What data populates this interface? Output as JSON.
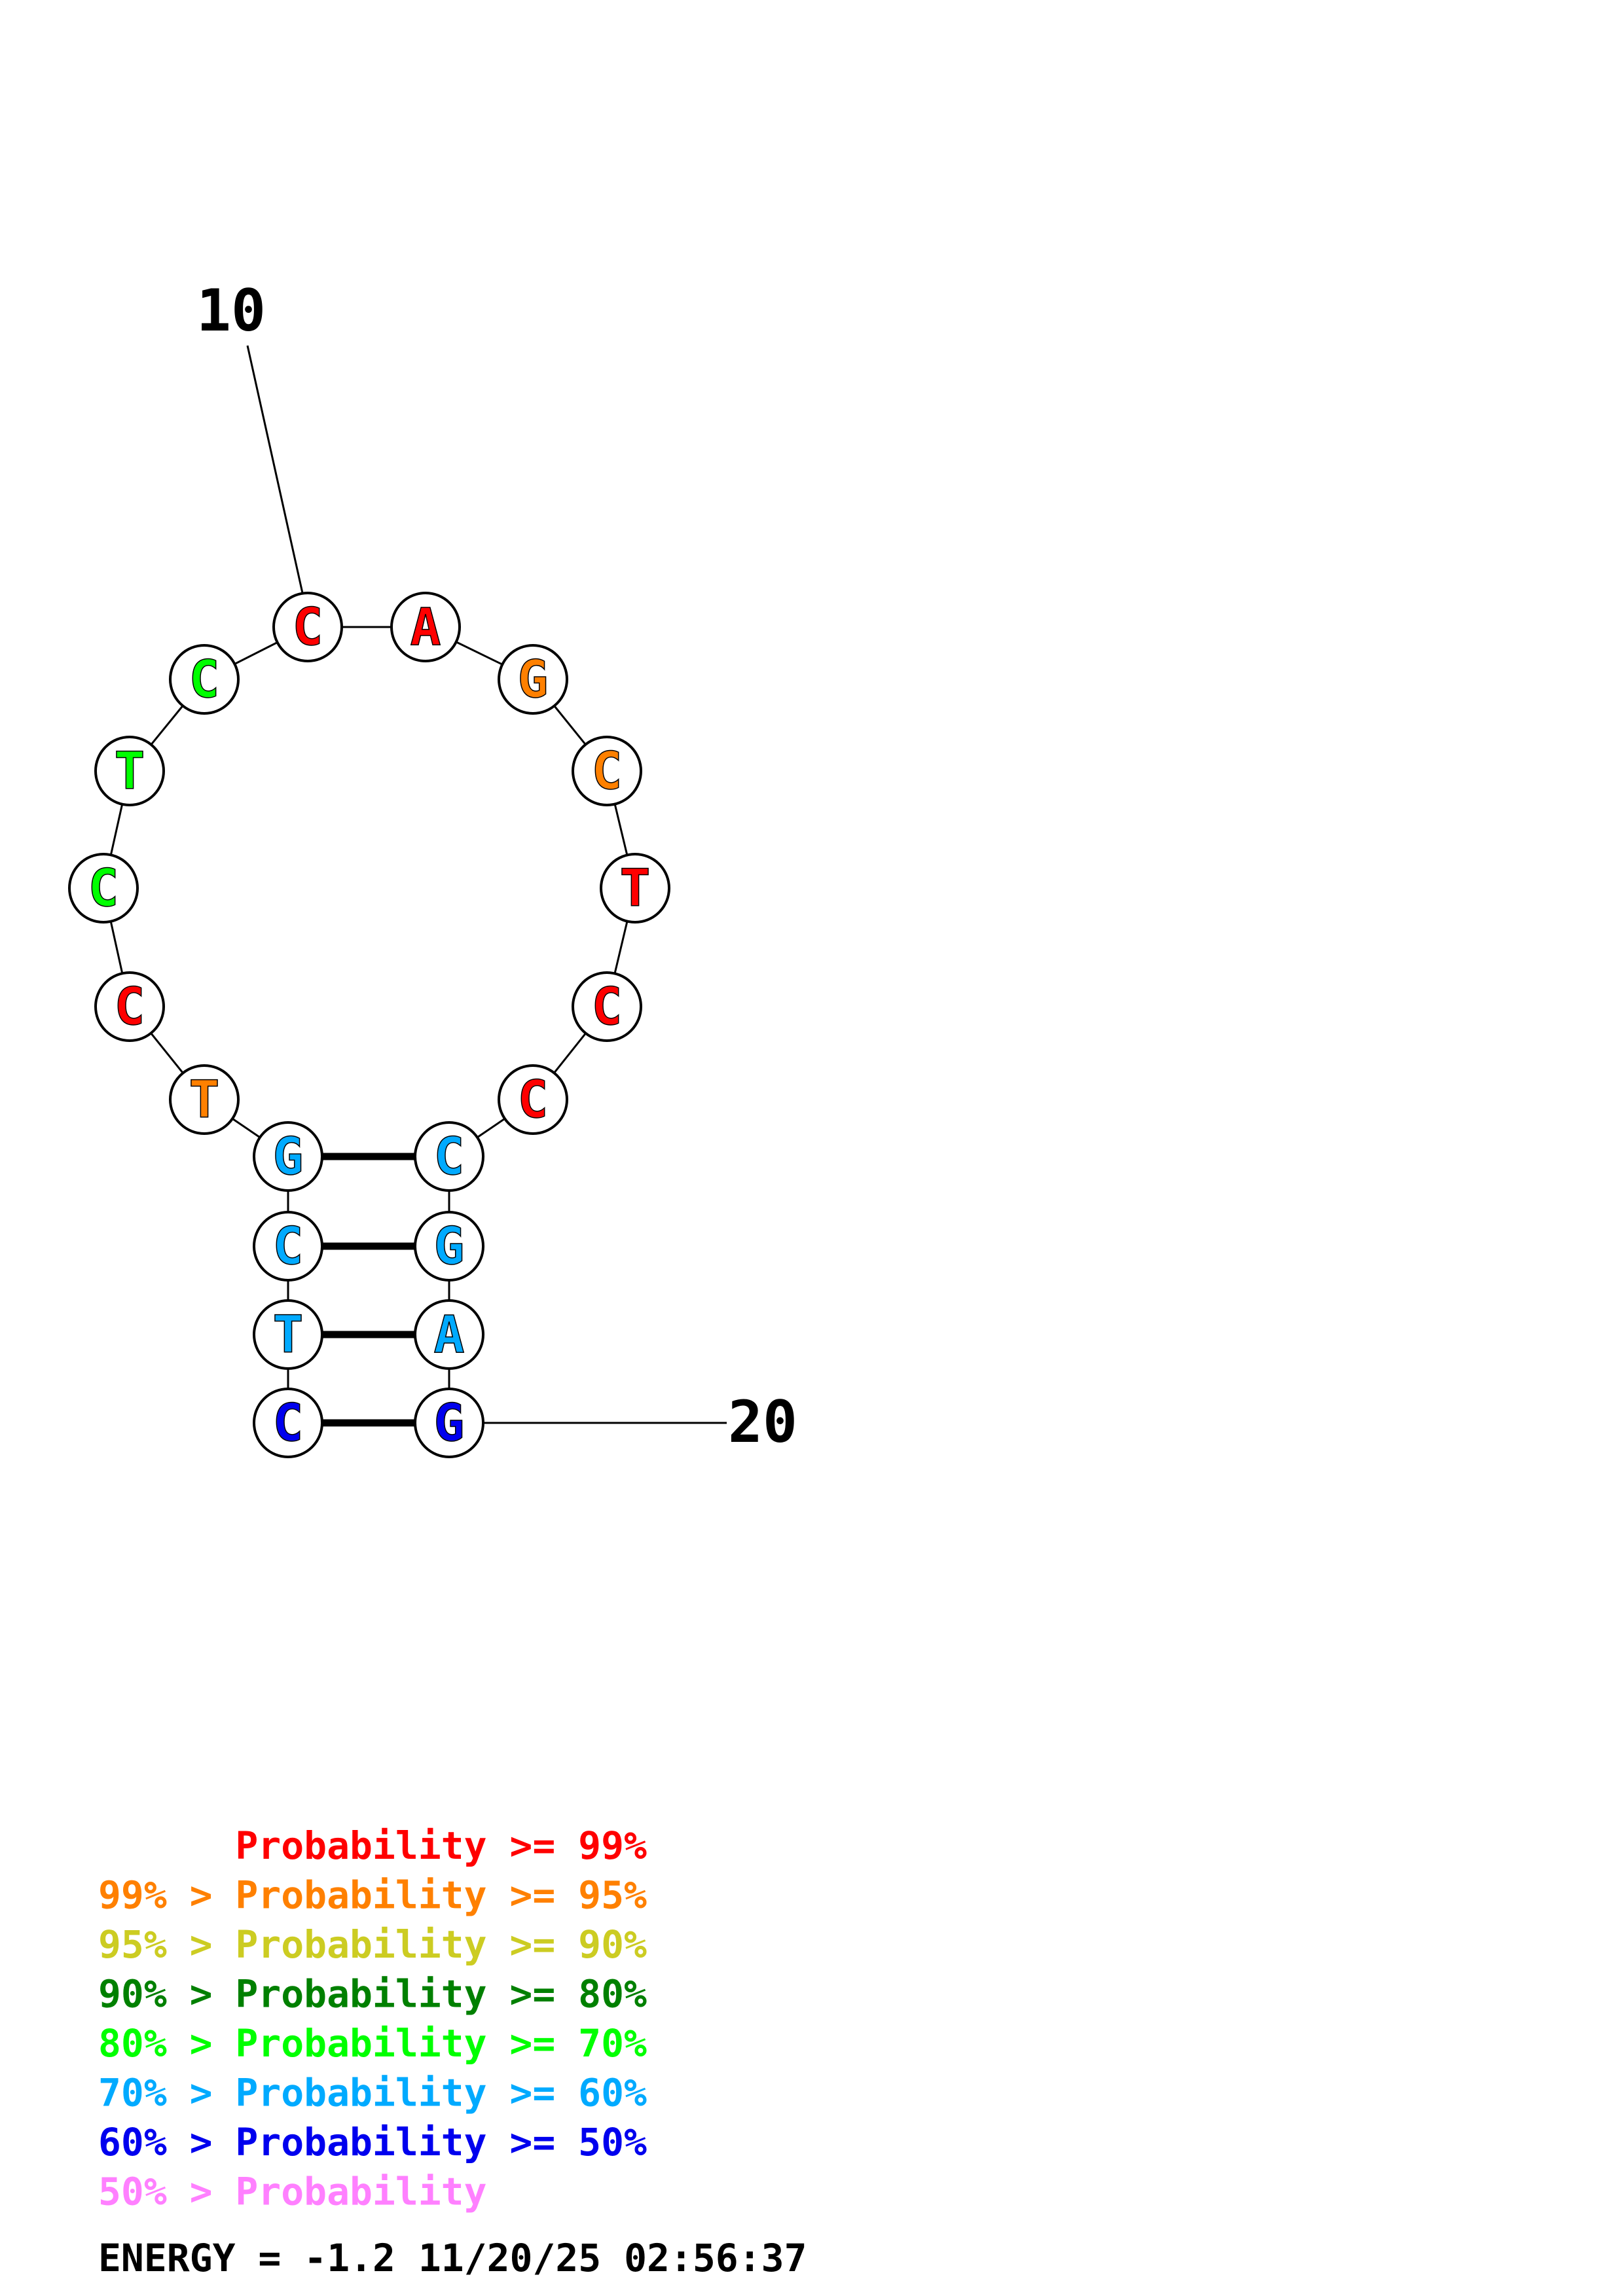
{
  "colors": {
    "c99": "#ff0000",
    "c95": "#ff8000",
    "c90": "#cccc22",
    "c80": "#008000",
    "c70": "#00ff00",
    "c60": "#00aaff",
    "c50": "#0000ee",
    "clow": "#ff80ff"
  },
  "nucleotides": [
    {
      "letter": "C",
      "color": "#0000ee"
    },
    {
      "letter": "T",
      "color": "#00aaff"
    },
    {
      "letter": "C",
      "color": "#00aaff"
    },
    {
      "letter": "G",
      "color": "#00aaff"
    },
    {
      "letter": "T",
      "color": "#ff8000"
    },
    {
      "letter": "C",
      "color": "#ff0000"
    },
    {
      "letter": "C",
      "color": "#00ff00"
    },
    {
      "letter": "T",
      "color": "#00ff00"
    },
    {
      "letter": "C",
      "color": "#00ff00"
    },
    {
      "letter": "C",
      "color": "#ff0000"
    },
    {
      "letter": "A",
      "color": "#ff0000"
    },
    {
      "letter": "G",
      "color": "#ff8000"
    },
    {
      "letter": "C",
      "color": "#ff8000"
    },
    {
      "letter": "T",
      "color": "#ff0000"
    },
    {
      "letter": "C",
      "color": "#ff0000"
    },
    {
      "letter": "C",
      "color": "#ff0000"
    },
    {
      "letter": "C",
      "color": "#00aaff"
    },
    {
      "letter": "G",
      "color": "#00aaff"
    },
    {
      "letter": "A",
      "color": "#00aaff"
    },
    {
      "letter": "G",
      "color": "#0000ee"
    }
  ],
  "pairs": [
    [
      1,
      20
    ],
    [
      2,
      19
    ],
    [
      3,
      18
    ],
    [
      4,
      17
    ]
  ],
  "labels": [
    {
      "text": "10",
      "index": 10
    },
    {
      "text": "20",
      "index": 20
    }
  ],
  "legend": [
    {
      "prefix": "",
      "main": "Probability >= 99%",
      "color": "#ff0000"
    },
    {
      "prefix": "99% > ",
      "main": "Probability >= 95%",
      "color": "#ff8000"
    },
    {
      "prefix": "95% > ",
      "main": "Probability >= 90%",
      "color": "#cccc22"
    },
    {
      "prefix": "90% > ",
      "main": "Probability >= 80%",
      "color": "#008000"
    },
    {
      "prefix": "80% > ",
      "main": "Probability >= 70%",
      "color": "#00ff00"
    },
    {
      "prefix": "70% > ",
      "main": "Probability >= 60%",
      "color": "#00aaff"
    },
    {
      "prefix": "60% > ",
      "main": "Probability >= 50%",
      "color": "#0000ee"
    },
    {
      "prefix": "50% > ",
      "main": "Probability",
      "color": "#ff80ff"
    }
  ],
  "footer": "ENERGY = -1.2  11/20/25 02:56:37"
}
